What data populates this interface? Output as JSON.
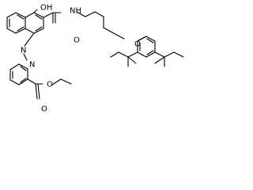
{
  "structure": {
    "atom_labels": {
      "hydroxyl": "OH",
      "amide_nh": "NH",
      "carbonyl_o": "O",
      "azo_n1": "N",
      "azo_n2": "N",
      "ether_o": "O",
      "ester_o_single": "O",
      "ester_o_double": "O"
    },
    "colors": {
      "ink": "#000000",
      "background": "#ffffff"
    }
  }
}
